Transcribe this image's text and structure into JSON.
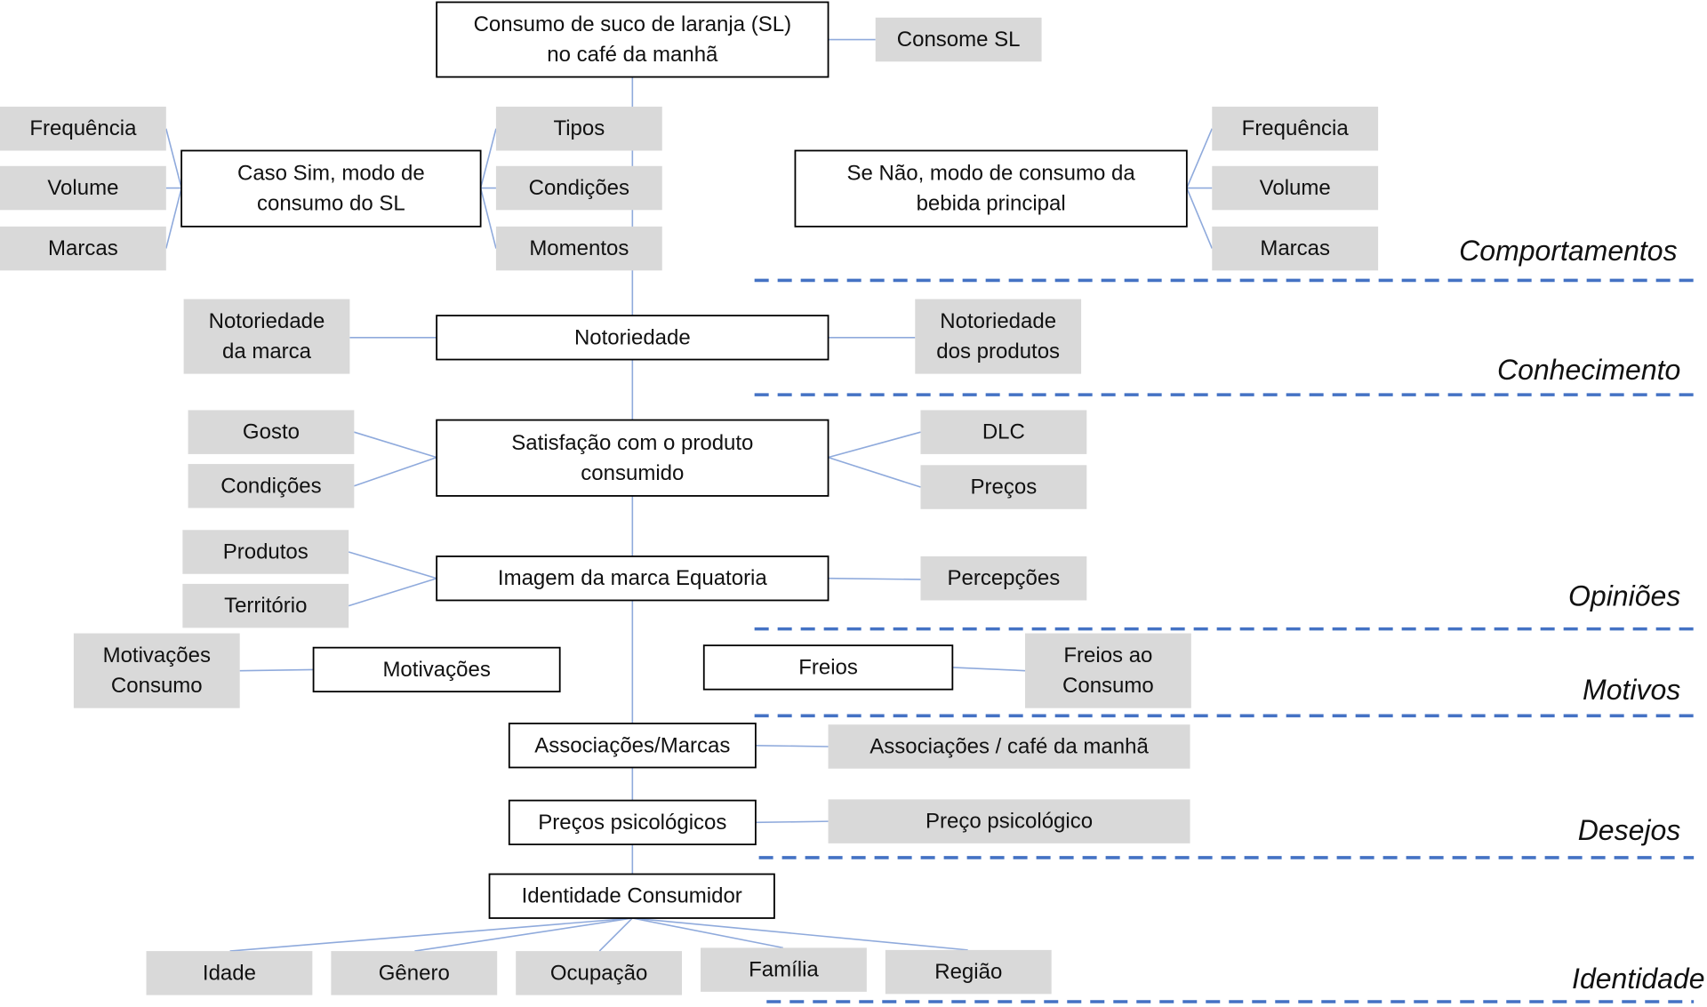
{
  "colors": {
    "connector": "#8FAADC",
    "divider": "#4472C4",
    "box_border": "#000000",
    "box_fill": "#FFFFFF",
    "tag_fill": "#D9D9D9",
    "text": "#111111"
  },
  "nodes": {
    "root": [
      "Consumo de suco de laranja (SL)",
      "no café da manhã"
    ],
    "consome_sl": [
      "Consome SL"
    ],
    "caso_sim": [
      "Caso Sim, modo de",
      "consumo do SL"
    ],
    "sim_frequencia": [
      "Frequência"
    ],
    "sim_volume": [
      "Volume"
    ],
    "sim_marcas": [
      "Marcas"
    ],
    "sim_tipos": [
      "Tipos"
    ],
    "sim_condicoes": [
      "Condições"
    ],
    "sim_momentos": [
      "Momentos"
    ],
    "se_nao": [
      "Se Não, modo de consumo da",
      "bebida principal"
    ],
    "nao_frequencia": [
      "Frequência"
    ],
    "nao_volume": [
      "Volume"
    ],
    "nao_marcas": [
      "Marcas"
    ],
    "notoriedade": [
      "Notoriedade"
    ],
    "notoriedade_marca": [
      "Notoriedade",
      "da marca"
    ],
    "notoriedade_produtos": [
      "Notoriedade",
      "dos produtos"
    ],
    "satisfacao": [
      "Satisfação com o produto",
      "consumido"
    ],
    "gosto": [
      "Gosto"
    ],
    "sat_condicoes": [
      "Condições"
    ],
    "dlc": [
      "DLC"
    ],
    "precos": [
      "Preços"
    ],
    "imagem": [
      "Imagem da marca Equatoria"
    ],
    "produtos": [
      "Produtos"
    ],
    "territorio": [
      "Território"
    ],
    "percepcoes": [
      "Percepções"
    ],
    "motivacoes": [
      "Motivações"
    ],
    "motivacoes_consumo": [
      "Motivações",
      "Consumo"
    ],
    "freios": [
      "Freios"
    ],
    "freios_consumo": [
      "Freios ao",
      "Consumo"
    ],
    "associacoes": [
      "Associações/Marcas"
    ],
    "associacoes_cafe": [
      "Associações / café da manhã"
    ],
    "precos_psicologicos": [
      "Preços psicológicos"
    ],
    "preco_psicologico": [
      "Preço psicológico"
    ],
    "identidade": [
      "Identidade Consumidor"
    ],
    "idade": [
      "Idade"
    ],
    "genero": [
      "Gênero"
    ],
    "ocupacao": [
      "Ocupação"
    ],
    "familia": [
      "Família"
    ],
    "regiao": [
      "Região"
    ]
  },
  "sections": {
    "comportamentos": "Comportamentos",
    "conhecimento": "Conhecimento",
    "opinioes": "Opiniões",
    "motivos": "Motivos",
    "desejos": "Desejos",
    "identidade": "Identidade"
  }
}
